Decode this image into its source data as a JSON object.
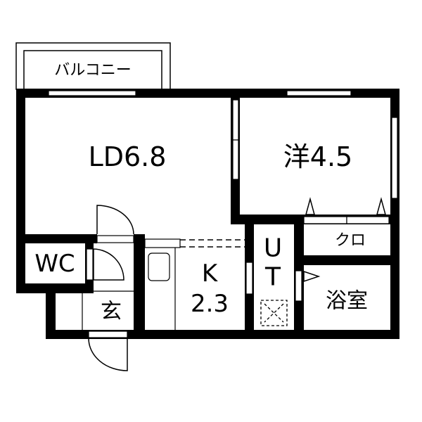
{
  "floorplan": {
    "rooms": {
      "balcony": "バルコニー",
      "ld": "LD6.8",
      "western": "洋4.5",
      "wc": "WC",
      "kitchen_letter": "K",
      "kitchen_size": "2.3",
      "ut_u": "U",
      "ut_t": "T",
      "closet": "クロ",
      "bath": "浴室",
      "entrance": "玄"
    },
    "colors": {
      "wall": "#000000",
      "background": "#ffffff"
    }
  }
}
